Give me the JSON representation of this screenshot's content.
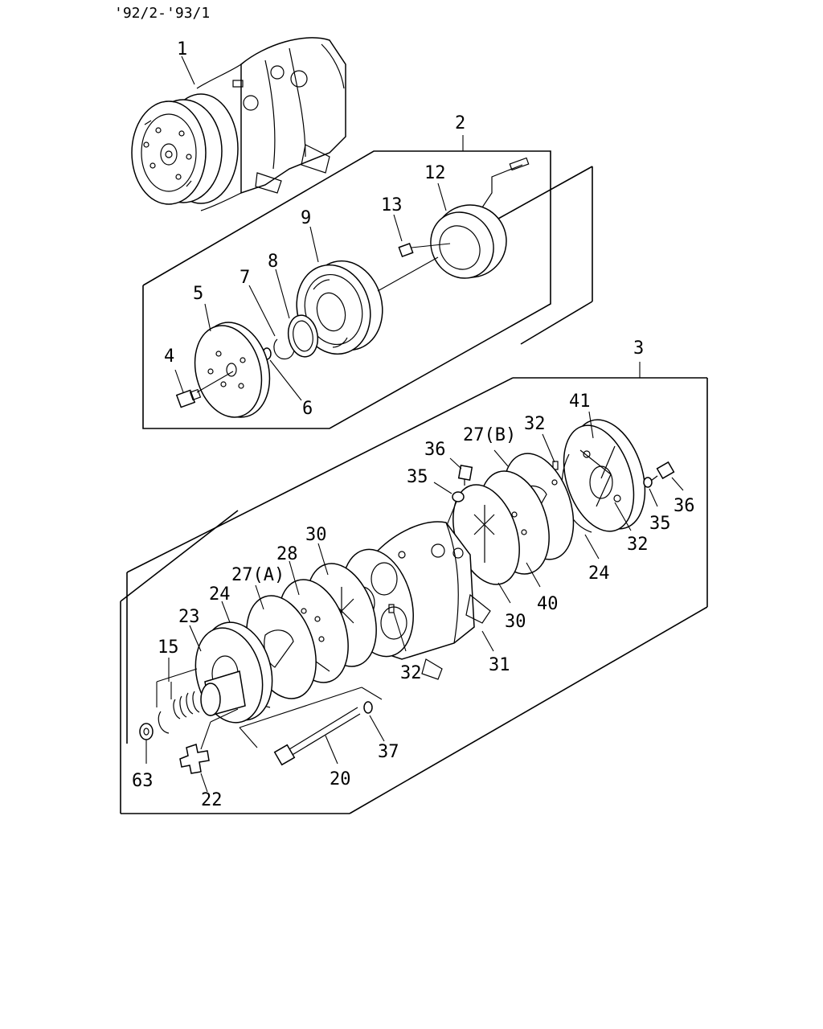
{
  "header": {
    "date_range": "'92/2-'93/1"
  },
  "callouts": [
    {
      "id": "c1",
      "text": "1"
    },
    {
      "id": "c2",
      "text": "2"
    },
    {
      "id": "c3",
      "text": "3"
    },
    {
      "id": "c4",
      "text": "4"
    },
    {
      "id": "c5",
      "text": "5"
    },
    {
      "id": "c6",
      "text": "6"
    },
    {
      "id": "c7",
      "text": "7"
    },
    {
      "id": "c8",
      "text": "8"
    },
    {
      "id": "c9",
      "text": "9"
    },
    {
      "id": "c12",
      "text": "12"
    },
    {
      "id": "c13",
      "text": "13"
    },
    {
      "id": "c15",
      "text": "15"
    },
    {
      "id": "c20",
      "text": "20"
    },
    {
      "id": "c22",
      "text": "22"
    },
    {
      "id": "c23",
      "text": "23"
    },
    {
      "id": "c24a",
      "text": "24"
    },
    {
      "id": "c24b",
      "text": "24"
    },
    {
      "id": "c27a",
      "text": "27(A)"
    },
    {
      "id": "c27b",
      "text": "27(B)"
    },
    {
      "id": "c28",
      "text": "28"
    },
    {
      "id": "c30a",
      "text": "30"
    },
    {
      "id": "c30b",
      "text": "30"
    },
    {
      "id": "c31",
      "text": "31"
    },
    {
      "id": "c32a",
      "text": "32"
    },
    {
      "id": "c32b",
      "text": "32"
    },
    {
      "id": "c32c",
      "text": "32"
    },
    {
      "id": "c35a",
      "text": "35"
    },
    {
      "id": "c35b",
      "text": "35"
    },
    {
      "id": "c36a",
      "text": "36"
    },
    {
      "id": "c36b",
      "text": "36"
    },
    {
      "id": "c37",
      "text": "37"
    },
    {
      "id": "c40",
      "text": "40"
    },
    {
      "id": "c41",
      "text": "41"
    },
    {
      "id": "c63",
      "text": "63"
    }
  ]
}
